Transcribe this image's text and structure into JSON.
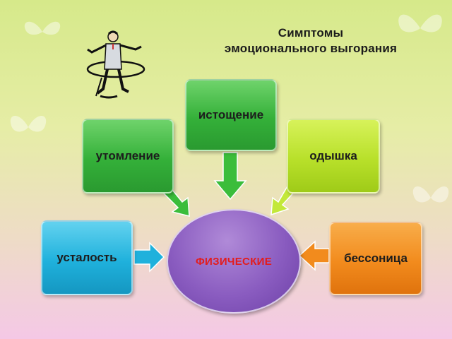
{
  "title": {
    "line1": "Симптомы",
    "line2": "эмоционального выгорания"
  },
  "center": {
    "label": "ФИЗИЧЕСКИЕ",
    "color": "#e31c1c"
  },
  "boxes": {
    "fatigue_top": "утомление",
    "exhaustion": "истощение",
    "dyspnea": "одышка",
    "tiredness": "усталость",
    "insomnia": "бессоница"
  },
  "colors": {
    "green": "#34b039",
    "lime": "#b8e02a",
    "blue": "#1fb1dc",
    "orange": "#f28b1d",
    "purple": "#8a5cc0"
  }
}
